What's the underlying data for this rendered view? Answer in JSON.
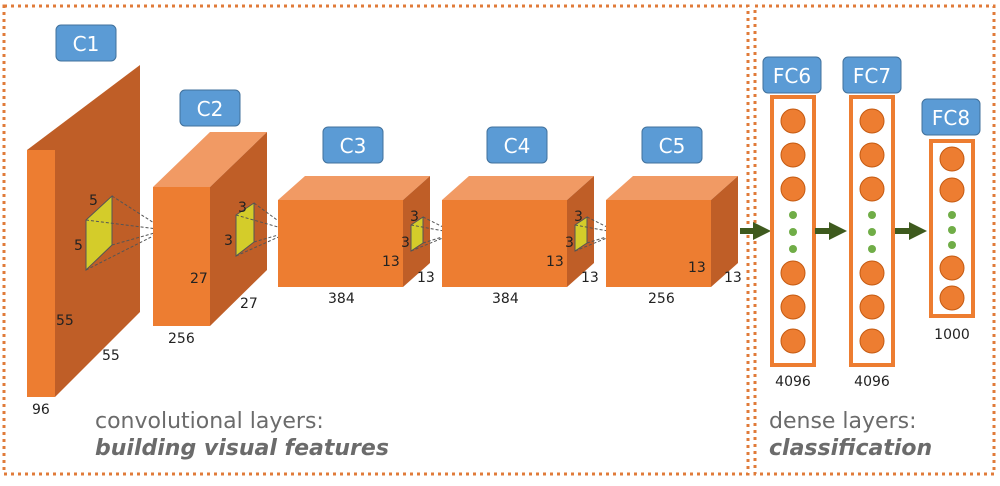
{
  "conv_section": {
    "caption_line1": "convolutional layers:",
    "caption_line2": "building visual features"
  },
  "dense_section": {
    "caption_line1": "dense layers:",
    "caption_line2": "classification"
  },
  "conv_layers": [
    {
      "label": "C1",
      "depth": "96",
      "height": "55",
      "width": "55",
      "kernel_a": "5",
      "kernel_b": "5"
    },
    {
      "label": "C2",
      "depth": "256",
      "height": "27",
      "width": "27",
      "kernel_a": "3",
      "kernel_b": "3"
    },
    {
      "label": "C3",
      "depth": "384",
      "height": "13",
      "width": "13",
      "kernel_a": "3",
      "kernel_b": "3"
    },
    {
      "label": "C4",
      "depth": "384",
      "height": "13",
      "width": "13",
      "kernel_a": "3",
      "kernel_b": "3"
    },
    {
      "label": "C5",
      "depth": "256",
      "height": "13",
      "width": "13"
    }
  ],
  "fc_layers": [
    {
      "label": "FC6",
      "units": "4096"
    },
    {
      "label": "FC7",
      "units": "4096"
    },
    {
      "label": "FC8",
      "units": "1000"
    }
  ],
  "colors": {
    "front": "#ED7D31",
    "top": "#F19A64",
    "side": "#BF5E27",
    "kernel": "#D4CC2A",
    "label_box": "#5B9BD5",
    "dots": "#70AD47",
    "arrow": "#3E5A1E",
    "border": "#E07B39"
  }
}
